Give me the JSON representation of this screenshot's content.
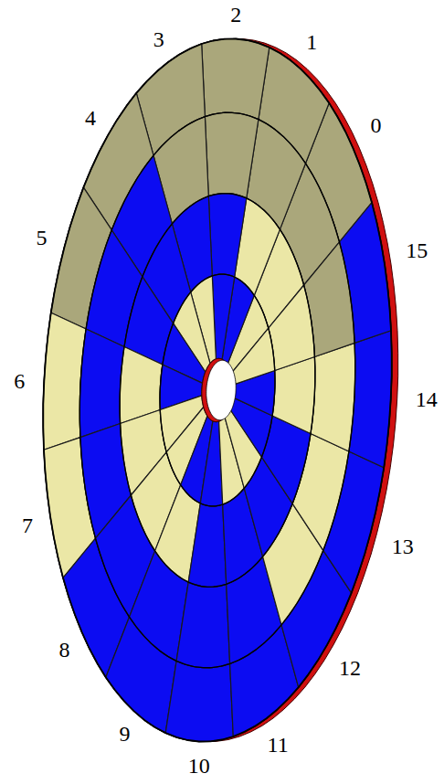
{
  "diagram": {
    "labels": [
      "0",
      "1",
      "2",
      "3",
      "4",
      "5",
      "6",
      "7",
      "8",
      "9",
      "10",
      "11",
      "12",
      "13",
      "14",
      "15"
    ]
  }
}
